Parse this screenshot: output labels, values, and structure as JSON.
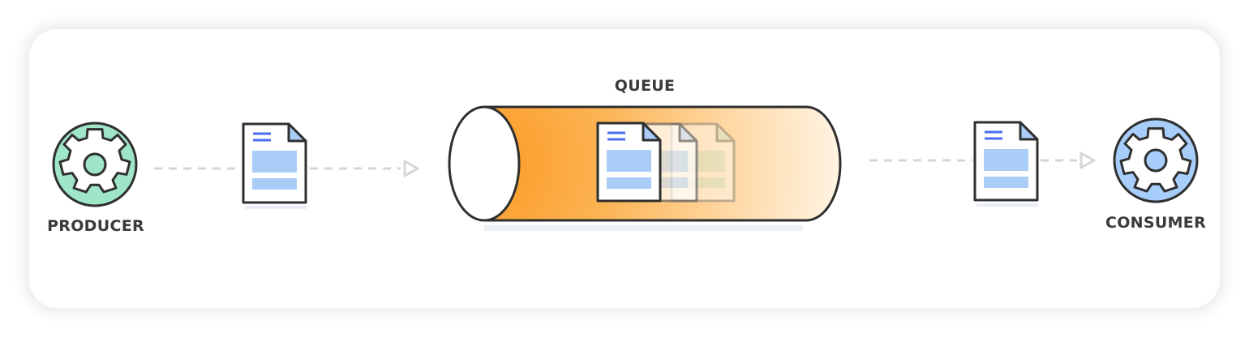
{
  "diagram": {
    "producer_label": "PRODUCER",
    "queue_label": "QUEUE",
    "consumer_label": "CONSUMER"
  },
  "colors": {
    "producer_fill": "#9fe5c7",
    "consumer_fill": "#a7cdfb",
    "queue_orange": "#fba63a",
    "doc_blue": "#a9cdf7",
    "doc_line": "#4a6ef0",
    "stroke": "#2f2f2f",
    "connector": "#d6d6d6"
  }
}
